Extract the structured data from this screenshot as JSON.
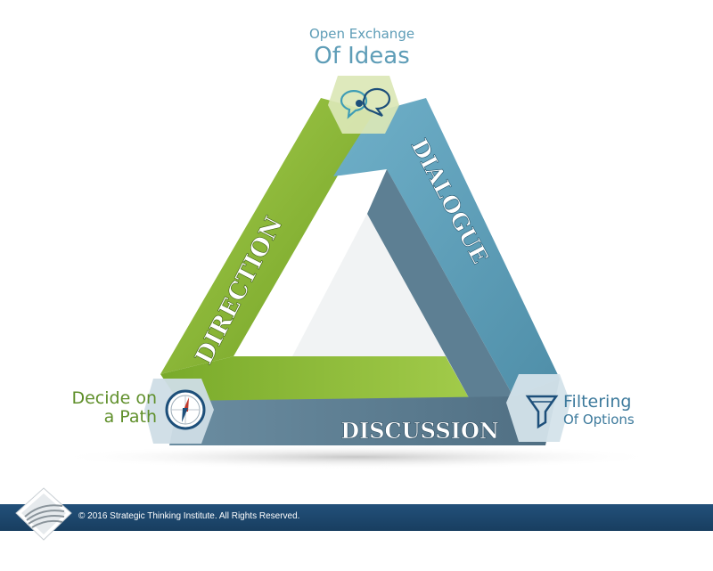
{
  "captions": {
    "top": {
      "line1": "Open Exchange",
      "line2": "Of Ideas"
    },
    "left": {
      "line1": "Decide on",
      "line2": "a Path"
    },
    "right": {
      "line1": "Filtering",
      "line2": "Of Options"
    }
  },
  "sides": {
    "left": "DIRECTION",
    "right": "DIALOGUE",
    "bottom": "DISCUSSION"
  },
  "icons": {
    "top": "chat-bubbles-icon",
    "left": "compass-icon",
    "right": "funnel-icon"
  },
  "colors": {
    "green": "#8cbd3a",
    "blue": "#5b9db8",
    "slate": "#5e7e92",
    "footer": "#1d4a72"
  },
  "footer": {
    "copyright": "© 2016 Strategic Thinking Institute. All Rights Reserved."
  }
}
